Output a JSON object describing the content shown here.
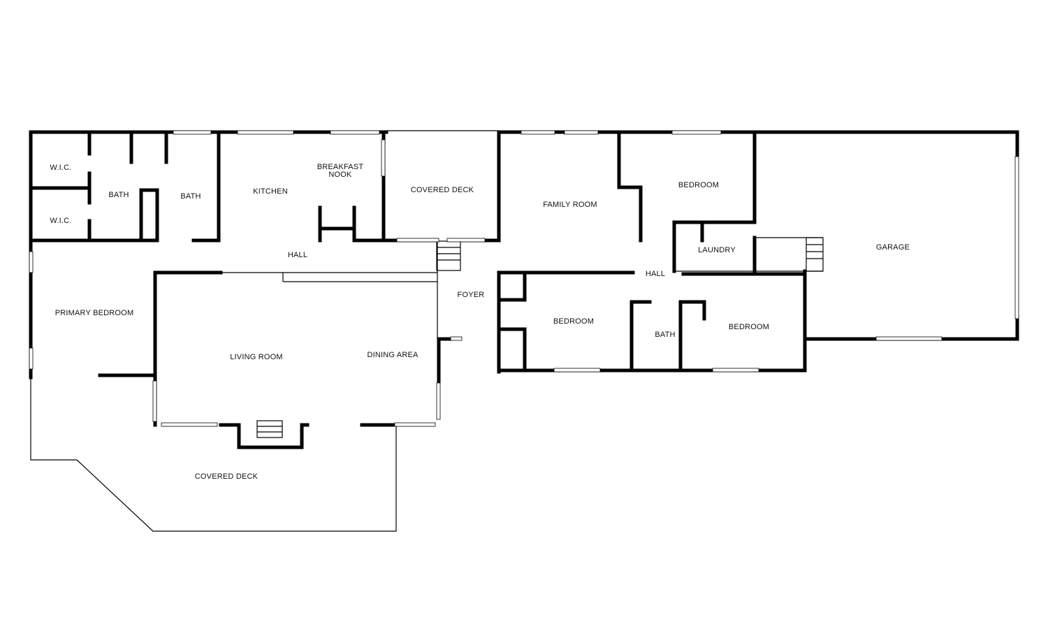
{
  "rooms": {
    "wic_upper": "W.I.C.",
    "wic_lower": "W.I.C.",
    "bath_primary": "BATH",
    "bath_second": "BATH",
    "kitchen": "KITCHEN",
    "breakfast_line1": "BREAKFAST",
    "breakfast_line2": "NOOK",
    "covered_deck_top": "COVERED DECK",
    "hall_main": "HALL",
    "primary_bedroom": "PRIMARY BEDROOM",
    "living_room": "LIVING ROOM",
    "dining_area": "DINING AREA",
    "foyer": "FOYER",
    "covered_deck_bottom": "COVERED DECK",
    "family_room": "FAMILY ROOM",
    "bedroom_ne": "BEDROOM",
    "laundry": "LAUNDRY",
    "hall_east": "HALL",
    "bedroom_mid": "BEDROOM",
    "bath_east": "BATH",
    "bedroom_se": "BEDROOM",
    "garage": "GARAGE"
  }
}
